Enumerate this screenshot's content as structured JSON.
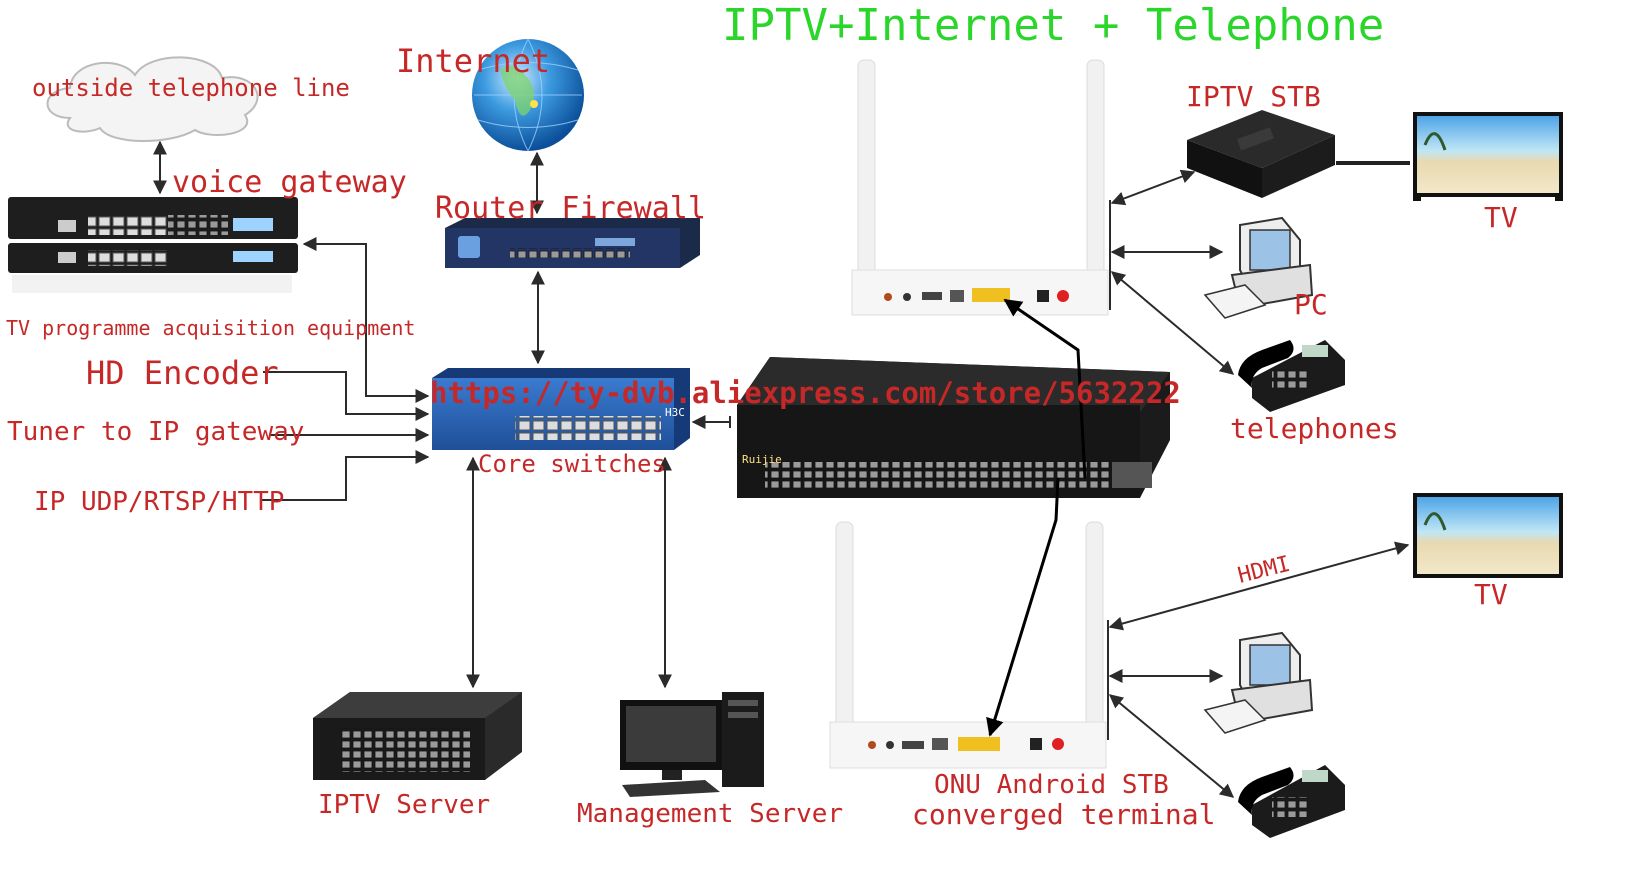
{
  "title": "IPTV+Internet + Telephone",
  "watermark_url": "https://ty-dvb.aliexpress.com/store/5632222",
  "labels": {
    "outside_line": "outside telephone line",
    "voice_gateway": "voice gateway",
    "internet": "Internet",
    "router_firewall": "Router Firewall",
    "acquisition": "TV programme acquisition equipment",
    "hd_encoder": "HD Encoder",
    "tuner": "Tuner to IP gateway",
    "ip_udp": "IP UDP/RTSP/HTTP",
    "core_switches": "Core switches",
    "iptv_server": "IPTV Server",
    "management_server": "Management Server",
    "iptv_stb": "IPTV STB",
    "tv_top": "TV",
    "pc": "PC",
    "telephones": "telephones",
    "hdmi": "HDMI",
    "tv_bottom": "TV",
    "onu_line1": "ONU Android STB",
    "onu_line2": "converged terminal"
  },
  "device_text": {
    "switch_brand": "H3C",
    "access_switch_brand": "Ruijie"
  },
  "colors": {
    "label_red": "#c62828",
    "title_green": "#2bd62b",
    "switch_blue": "#2a63b8",
    "device_dark": "#1e1e1e"
  }
}
